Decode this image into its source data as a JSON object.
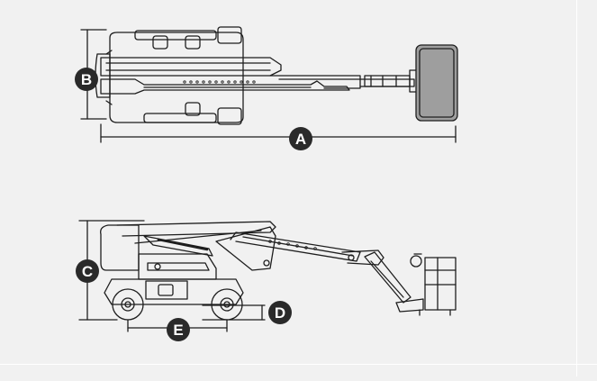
{
  "colors": {
    "background": "#f1f1f1",
    "line": "#1e1e1e",
    "badge": "#2a2a2a",
    "badge_text": "#ffffff",
    "platform_fill": "#9e9e9e"
  },
  "labels": {
    "a": "A",
    "b": "B",
    "c": "C",
    "d": "D",
    "e": "E"
  }
}
